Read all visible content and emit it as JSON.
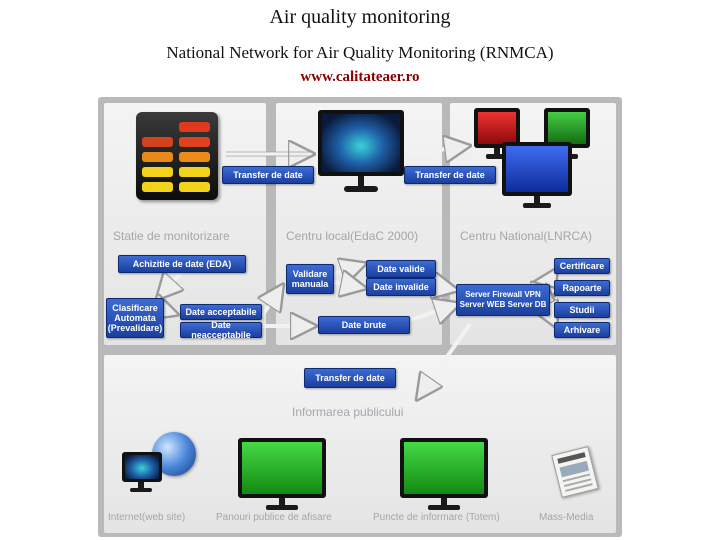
{
  "header": {
    "title": "Air quality monitoring",
    "subtitle": "National Network for Air Quality Monitoring (RNMCA)",
    "url": "www.calitateaer.ro"
  },
  "sections": {
    "station": "Statie de monitorizare",
    "local": "Centru local(EdaC 2000)",
    "national": "Centru National(LNRCA)",
    "public": "Informarea publicului"
  },
  "buttons": {
    "transfer_1": "Transfer de date",
    "transfer_2": "Transfer de date",
    "transfer_3": "Transfer de date",
    "achizitie": "Achizitie de date (EDA)",
    "clasificare": "Clasificare Automata (Prevalidare)",
    "date_acceptabile": "Date acceptabile",
    "date_neacceptabile": "Date neacceptabile",
    "validare": "Validare manuala",
    "date_valide": "Date valide",
    "date_invalide": "Date invalide",
    "date_brute": "Date brute",
    "server": "Server Firewall VPN Server WEB Server DB",
    "certificare": "Certificare",
    "rapoarte": "Rapoarte",
    "studii": "Studii",
    "arhivare": "Arhivare"
  },
  "outputs": {
    "internet": "Internet(web site)",
    "panouri": "Panouri publice de afisare",
    "puncte": "Puncte de informare (Totem)",
    "mass_media": "Mass-Media"
  },
  "colors": {
    "button_blue": "#2a55c0",
    "screen_green": "#2db82d",
    "screen_red": "#c21a1a",
    "screen_blue": "#1e4fd8",
    "url_red": "#8b0000"
  },
  "icons": [
    "analyzer-cabinet-icon",
    "monitor-icon",
    "globe-icon",
    "laptop-icon",
    "newspaper-icon"
  ]
}
